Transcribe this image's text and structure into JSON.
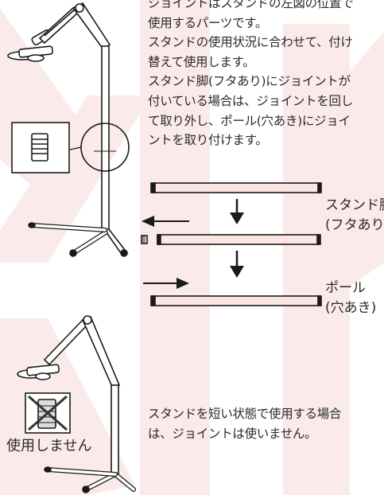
{
  "description_top": "ジョイントはスタンドの左図の位置で\n使用するパーツです。\nスタンドの使用状況に合わせて、付け\n替えて使用します。\nスタンド脚(フタあり)にジョイントが\n付いている場合は、ジョイントを回し\nて取り外し、ポール(穴あき)にジョイ\nントを取り付けます。",
  "label_stand_leg": "スタンド脚\n(フタあり)",
  "label_pole": "ポール\n(穴あき)",
  "label_not_used": "使用しません",
  "description_bottom": "スタンドを短い状態で使用する場合\nは、ジョイントは使いません。",
  "colors": {
    "background_shape": "#fbeaea",
    "pole_fill": "#fbe6e4",
    "line": "#1a1a1a",
    "cross": "#333333"
  }
}
